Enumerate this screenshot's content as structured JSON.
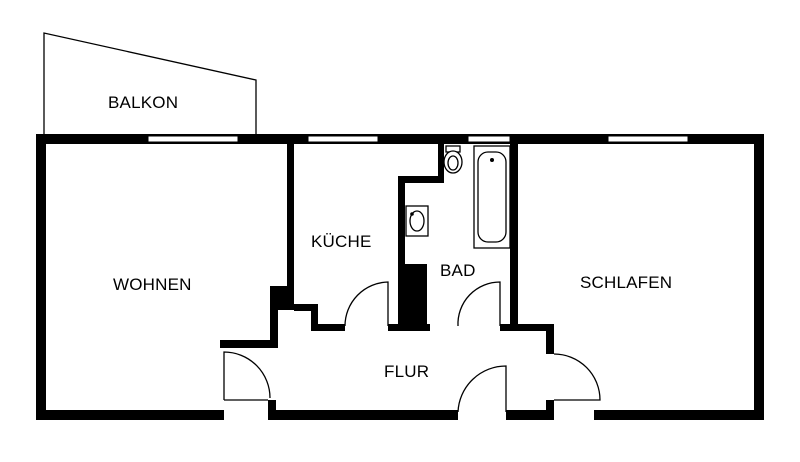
{
  "rooms": {
    "balkon": "BALKON",
    "wohnen": "WOHNEN",
    "kueche": "KÜCHE",
    "bad": "BAD",
    "schlafen": "SCHLAFEN",
    "flur": "FLUR"
  }
}
